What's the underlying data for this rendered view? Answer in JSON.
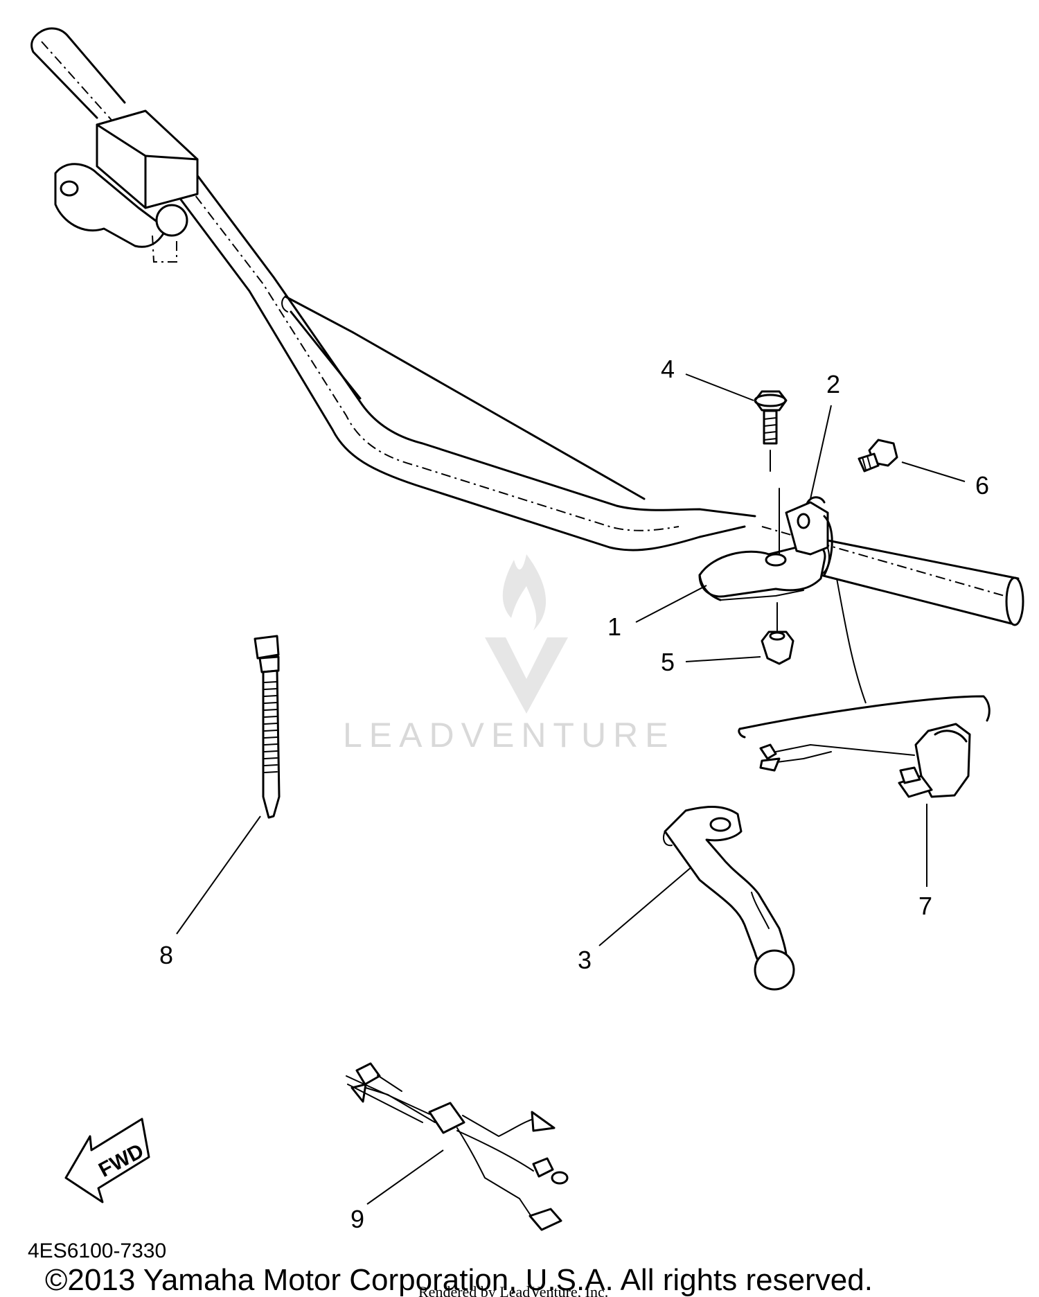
{
  "diagram": {
    "part_code": "4ES6100-7330",
    "copyright": "©2013 Yamaha Motor Corporation, U.S.A. All rights reserved.",
    "rendered_by": "Rendered by LeadVenture, Inc.",
    "watermark": "LEADVENTURE",
    "fwd_label": "FWD",
    "callouts": {
      "c1": "1",
      "c2": "2",
      "c3": "3",
      "c4": "4",
      "c5": "5",
      "c6": "6",
      "c7": "7",
      "c8": "8",
      "c9": "9"
    }
  }
}
